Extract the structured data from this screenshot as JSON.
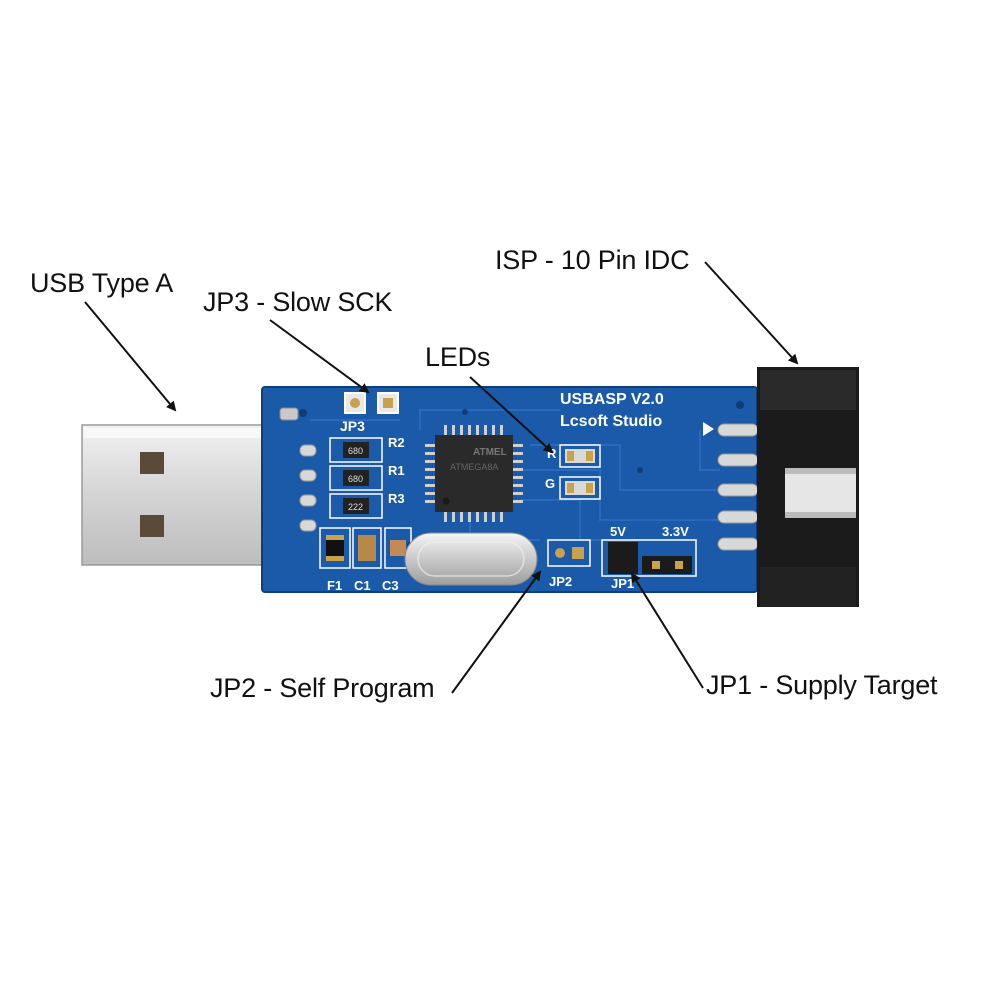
{
  "callouts": {
    "usb_type_a": "USB Type A",
    "jp3": "JP3 - Slow SCK",
    "leds": "LEDs",
    "isp": "ISP - 10 Pin IDC",
    "jp2": "JP2 - Self Program",
    "jp1": "JP1 - Supply Target"
  },
  "board": {
    "title": "USBASP  V2.0",
    "maker": "Lcsoft  Studio",
    "chip_brand": "ATMEL",
    "chip_model": "ATMEGA8A",
    "labels": {
      "jp3": "JP3",
      "r2": "R2",
      "r1": "R1",
      "r3": "R3",
      "f1": "F1",
      "c1": "C1",
      "c3": "C3",
      "jp2": "JP2",
      "jp1": "JP1",
      "v5": "5V",
      "v33": "3.3V",
      "led_r": "R",
      "led_g": "G",
      "res_r2": "680",
      "res_r1": "680",
      "res_r3": "222"
    }
  },
  "colors": {
    "pcb": "#1a5aa8",
    "pcb_dark": "#134a8e",
    "silk": "#ffffff",
    "connector": "#1b1b1b",
    "usb_metal": "#d9d9d9",
    "gold": "#c9a24a"
  }
}
